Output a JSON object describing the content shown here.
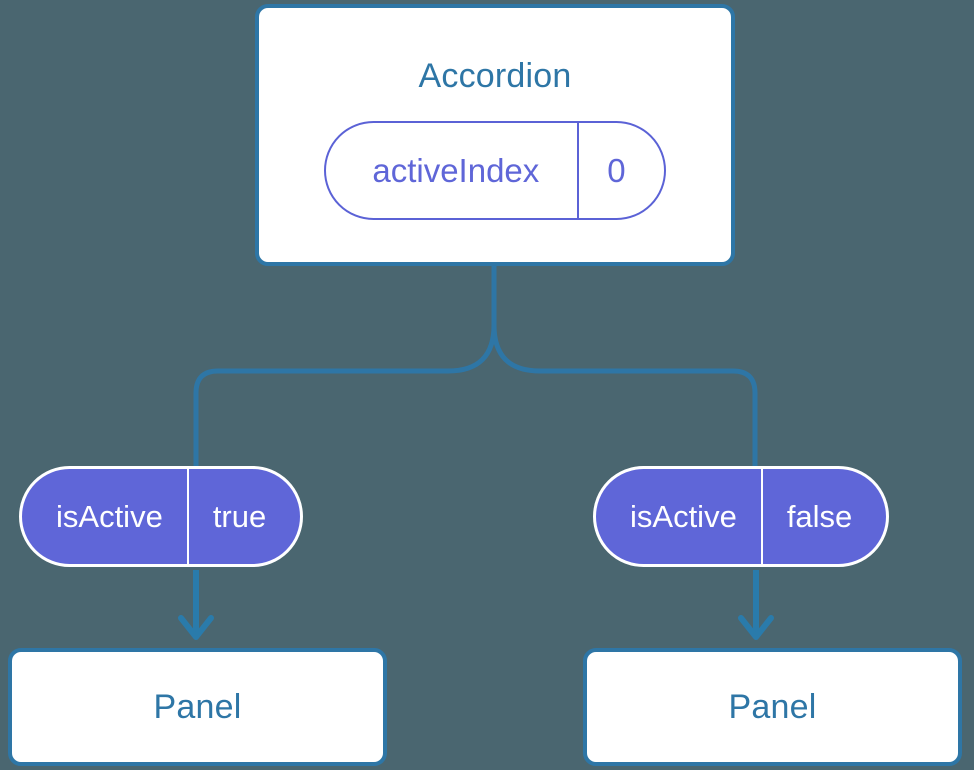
{
  "theme": {
    "background": "#4a6670",
    "box_border": "#2e76a6",
    "box_fill": "#ffffff",
    "title_text": "#2e76a6",
    "pill_accent": "#5f66d8",
    "pill_outline": "#5b62d6",
    "pill_filled_text": "#ffffff",
    "connector": "#2e76a6",
    "arrow": "#2a7bab"
  },
  "diagram": {
    "type": "component-tree",
    "root": {
      "title": "Accordion",
      "state": {
        "key": "activeIndex",
        "value": "0"
      }
    },
    "children": [
      {
        "prop": {
          "key": "isActive",
          "value": "true"
        },
        "component": {
          "title": "Panel"
        }
      },
      {
        "prop": {
          "key": "isActive",
          "value": "false"
        },
        "component": {
          "title": "Panel"
        }
      }
    ]
  }
}
